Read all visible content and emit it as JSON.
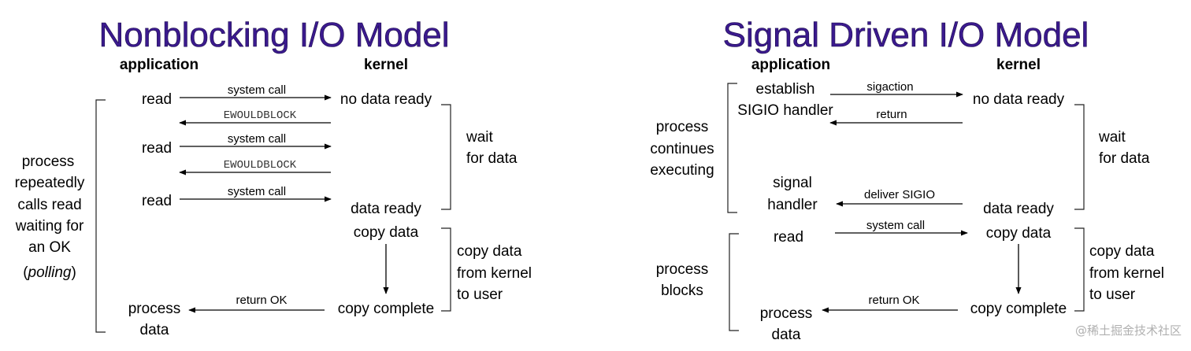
{
  "left": {
    "title": "Nonblocking I/O Model",
    "app_header": "application",
    "kernel_header": "kernel",
    "read_labels": [
      "read",
      "read",
      "read"
    ],
    "system_call_labels": [
      "system call",
      "system call",
      "system call"
    ],
    "ewouldblock_labels": [
      "EWOULDBLOCK",
      "EWOULDBLOCK"
    ],
    "no_data_ready": "no data ready",
    "data_ready": "data ready",
    "copy_data": "copy data",
    "copy_complete": "copy complete",
    "return_ok": "return OK",
    "process_data": [
      "process",
      "data"
    ],
    "wait_for_data": [
      "wait",
      "for data"
    ],
    "copy_from_kernel": [
      "copy data",
      "from kernel",
      "to user"
    ],
    "side_note": [
      "process",
      "repeatedly",
      "calls read",
      "waiting for",
      "an OK"
    ],
    "polling_open": "(",
    "polling_word": "polling",
    "polling_close": ")"
  },
  "right": {
    "title": "Signal Driven I/O Model",
    "app_header": "application",
    "kernel_header": "kernel",
    "establish": [
      "establish",
      "SIGIO handler"
    ],
    "sigaction": "sigaction",
    "return_label": "return",
    "no_data_ready": "no data ready",
    "process_continues": [
      "process",
      "continues",
      "executing"
    ],
    "wait_for_data": [
      "wait",
      "for data"
    ],
    "signal_handler": [
      "signal",
      "handler"
    ],
    "deliver_sigio": "deliver SIGIO",
    "data_ready": "data ready",
    "read": "read",
    "system_call": "system call",
    "copy_data": "copy data",
    "process_blocks": [
      "process",
      "blocks"
    ],
    "copy_from_kernel": [
      "copy data",
      "from kernel",
      "to user"
    ],
    "return_ok": "return OK",
    "copy_complete": "copy complete",
    "process_data": [
      "process",
      "data"
    ]
  },
  "watermark": "@稀土掘金技术社区"
}
